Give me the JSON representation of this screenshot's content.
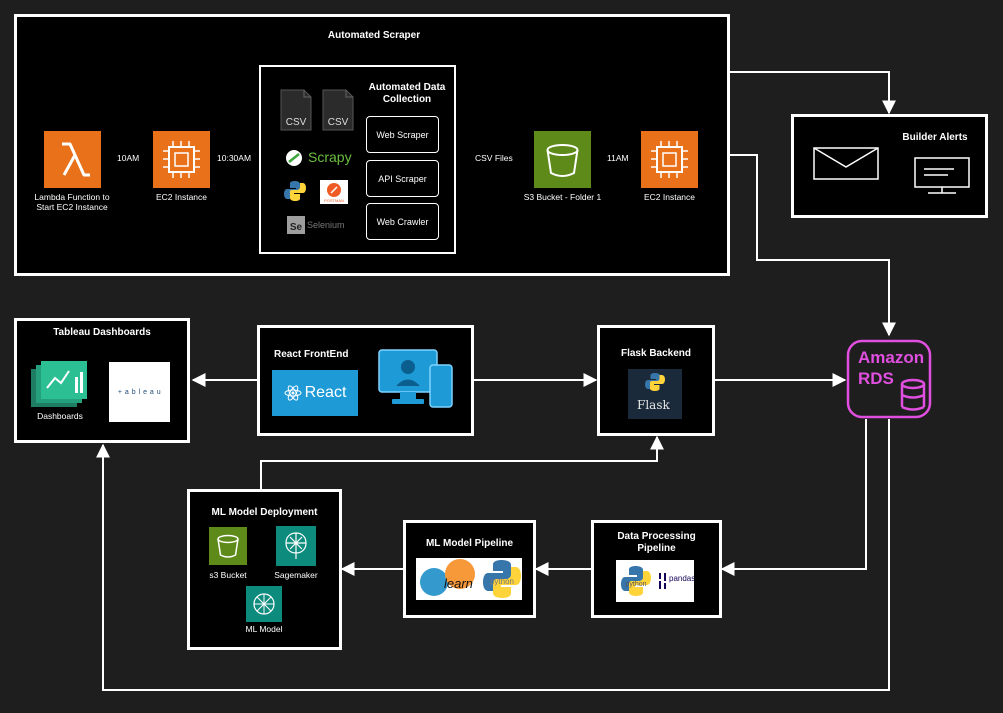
{
  "scraper": {
    "title": "Automated Scraper",
    "lambda_label": "Lambda Function to Start EC2 Instance",
    "ec2_label": "EC2 Instance",
    "edge_10am": "10AM",
    "edge_1030am": "10:30AM",
    "collection_title": "Automated Data Collection",
    "csv1": "CSV",
    "csv2": "CSV",
    "scrapy": "Scrapy",
    "postman": "POSTMAN",
    "selenium": "Selenium",
    "web_scraper": "Web Scraper",
    "api_scraper": "API Scraper",
    "web_crawler": "Web Crawler",
    "edge_csv_files": "CSV Files",
    "s3_label": "S3 Bucket - Folder 1",
    "edge_11am": "11AM",
    "ec2_2_label": "EC2 Instance"
  },
  "alerts": {
    "title": "Builder Alerts"
  },
  "rds": {
    "line1": "Amazon",
    "line2": "RDS"
  },
  "tableau": {
    "title": "Tableau Dashboards",
    "dash_label": "Dashboards",
    "logo_text": "+ a b l e a u"
  },
  "react": {
    "title": "React FrontEnd",
    "logo_text": "React"
  },
  "flask": {
    "title": "Flask Backend",
    "logo_text": "Flask"
  },
  "ml_deploy": {
    "title": "ML Model Deployment",
    "s3": "s3 Bucket",
    "sagemaker": "Sagemaker",
    "model": "ML Model"
  },
  "ml_pipeline": {
    "title": "ML Model Pipeline",
    "sk_text": "learn",
    "py_text": "python"
  },
  "processing": {
    "title": "Data Processing Pipeline",
    "py_text": "python",
    "pandas_text": "pandas"
  },
  "colors": {
    "aws_orange": "#e8711a",
    "s3_green": "#5e8a1a",
    "rds_magenta": "#e04fdf",
    "sagemaker_teal": "#0d8b7d",
    "react_blue": "#1e9ad6"
  }
}
